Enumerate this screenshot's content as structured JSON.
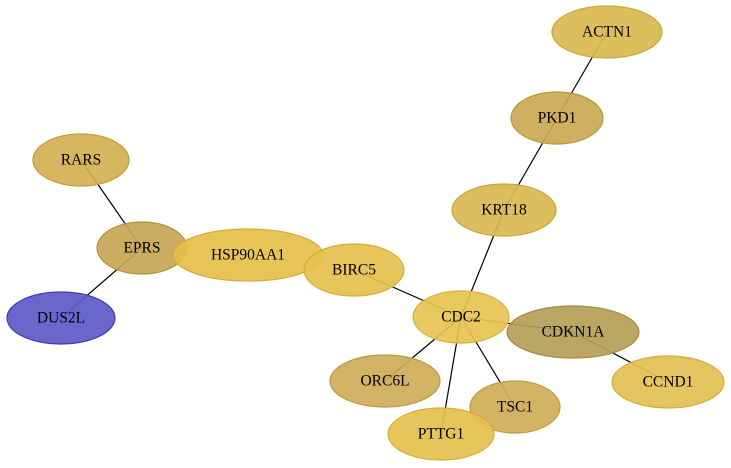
{
  "graph": {
    "nodes": [
      {
        "id": "ACTN1",
        "label": "ACTN1",
        "fill": "#dab94f",
        "stroke": "#c9a63a"
      },
      {
        "id": "PKD1",
        "label": "PKD1",
        "fill": "#cba953",
        "stroke": "#b8963e"
      },
      {
        "id": "RARS",
        "label": "RARS",
        "fill": "#d4b052",
        "stroke": "#c29d3d"
      },
      {
        "id": "KRT18",
        "label": "KRT18",
        "fill": "#d9b850",
        "stroke": "#c6a53b"
      },
      {
        "id": "EPRS",
        "label": "EPRS",
        "fill": "#c6a555",
        "stroke": "#b39240"
      },
      {
        "id": "HSP90AA1",
        "label": "HSP90AA1",
        "fill": "#e6bf49",
        "stroke": "#d4ac34"
      },
      {
        "id": "BIRC5",
        "label": "BIRC5",
        "fill": "#e5c04d",
        "stroke": "#d3ad38"
      },
      {
        "id": "DUS2L",
        "label": "DUS2L",
        "fill": "#5c5ac8",
        "stroke": "#3d3bb0"
      },
      {
        "id": "CDC2",
        "label": "CDC2",
        "fill": "#e7c450",
        "stroke": "#d5b13b"
      },
      {
        "id": "CDKN1A",
        "label": "CDKN1A",
        "fill": "#b59e57",
        "stroke": "#a28b42"
      },
      {
        "id": "ORC6L",
        "label": "ORC6L",
        "fill": "#cead58",
        "stroke": "#bb9a43"
      },
      {
        "id": "CCND1",
        "label": "CCND1",
        "fill": "#e2c053",
        "stroke": "#d0ad3e"
      },
      {
        "id": "TSC1",
        "label": "TSC1",
        "fill": "#cfae58",
        "stroke": "#bc9b43"
      },
      {
        "id": "PTTG1",
        "label": "PTTG1",
        "fill": "#e5c04d",
        "stroke": "#d3ad38"
      }
    ],
    "edges": [
      {
        "source": "ACTN1",
        "target": "PKD1"
      },
      {
        "source": "PKD1",
        "target": "KRT18"
      },
      {
        "source": "KRT18",
        "target": "CDC2"
      },
      {
        "source": "RARS",
        "target": "EPRS"
      },
      {
        "source": "EPRS",
        "target": "DUS2L"
      },
      {
        "source": "BIRC5",
        "target": "CDC2"
      },
      {
        "source": "CDC2",
        "target": "CDKN1A"
      },
      {
        "source": "CDKN1A",
        "target": "CCND1"
      },
      {
        "source": "CDC2",
        "target": "ORC6L"
      },
      {
        "source": "CDC2",
        "target": "TSC1"
      },
      {
        "source": "CDC2",
        "target": "PTTG1"
      }
    ]
  }
}
